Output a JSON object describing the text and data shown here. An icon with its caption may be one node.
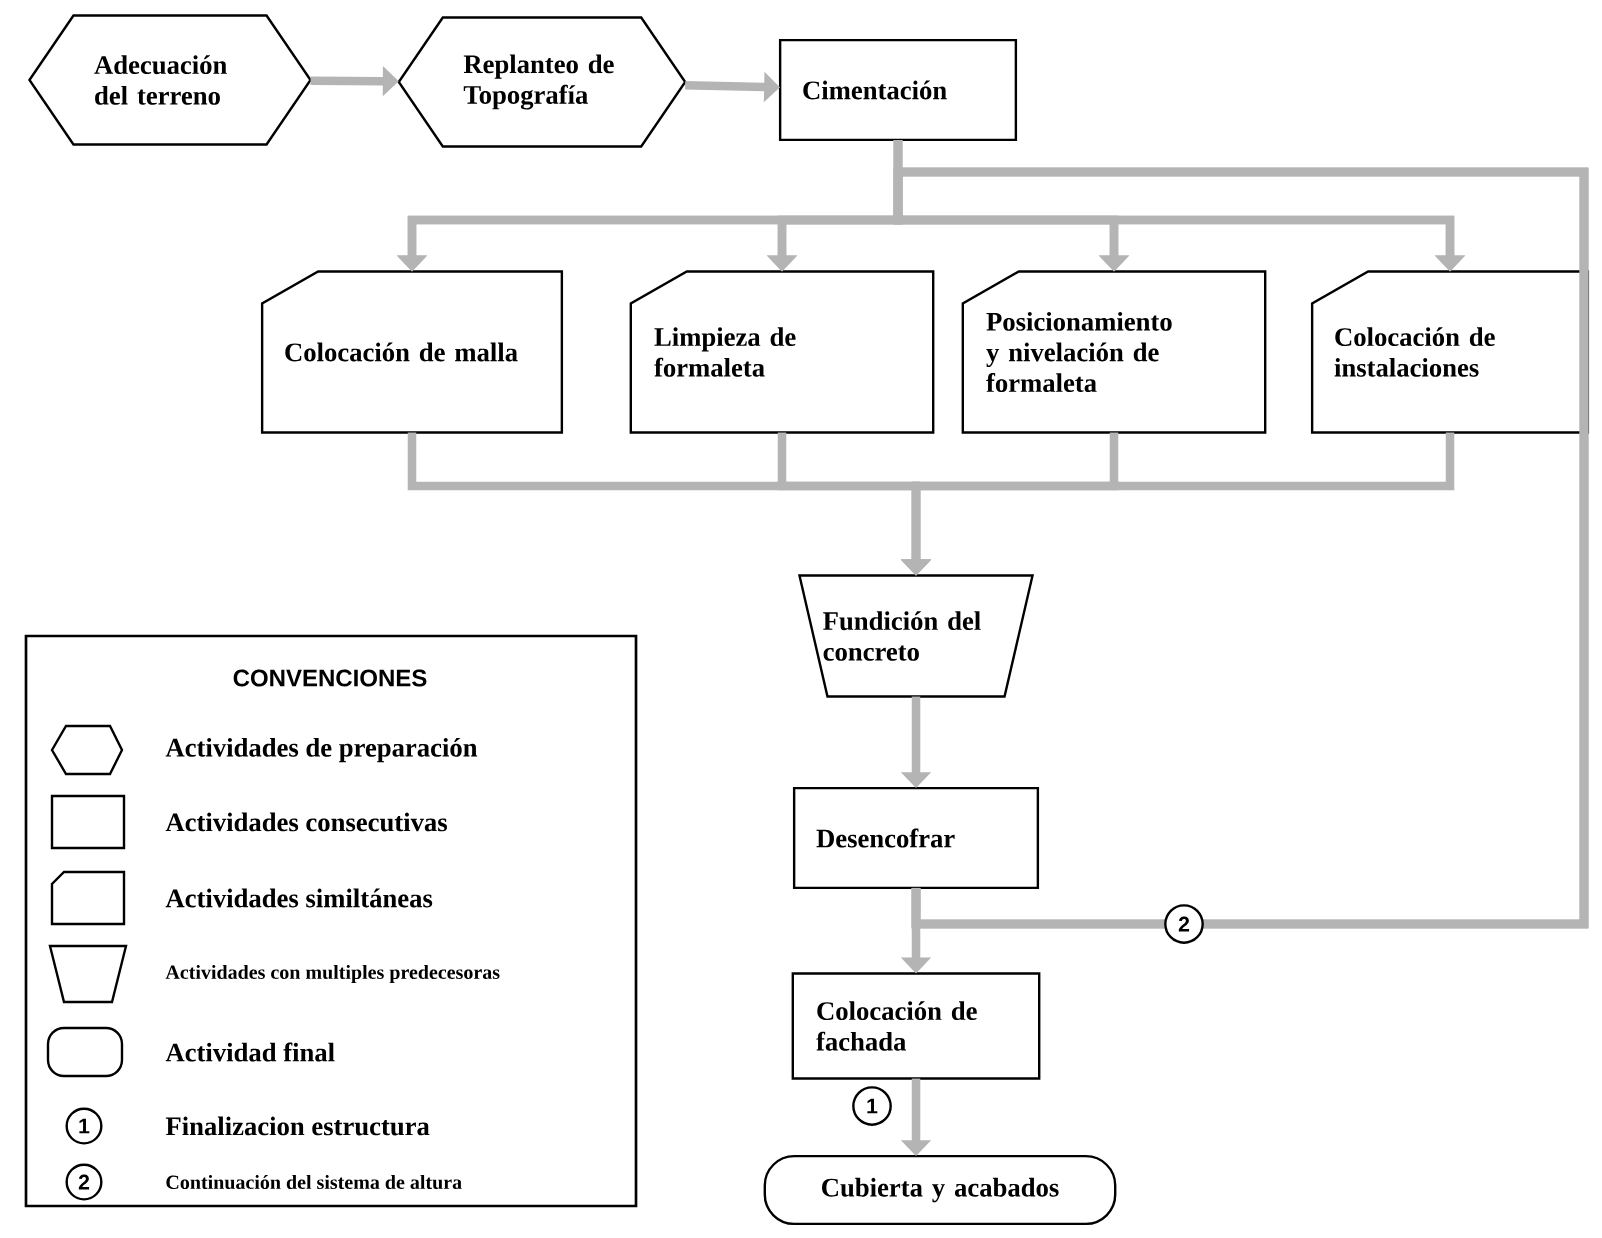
{
  "diagram": {
    "nodes": [
      {
        "text": [
          "Adecuación del terreno"
        ]
      },
      {
        "text": [
          "Replanteo de Topografía"
        ]
      },
      {
        "text": [
          "Cimentación"
        ]
      },
      {
        "text": [
          "Colocación de malla"
        ]
      },
      {
        "text": [
          "Limpieza de formaleta"
        ]
      },
      {
        "text": [
          "Posicionamiento y nivelación de formaleta"
        ]
      },
      {
        "text": [
          "Colocación de instalaciones"
        ]
      },
      {
        "text": [
          "Fundición del concreto"
        ]
      },
      {
        "text": [
          "Desencofrar"
        ]
      },
      {
        "text": [
          "Colocación de fachada"
        ]
      },
      {
        "text": [
          "Cubierta y acabados"
        ]
      }
    ],
    "edges": [
      {
        "from": 0,
        "to": 1,
        "arrow": "to"
      },
      {
        "from": 1,
        "to": 2,
        "arrow": "to"
      },
      {
        "from": 2,
        "to": 3,
        "arrow": "to"
      },
      {
        "from": 2,
        "to": 4,
        "arrow": "to"
      },
      {
        "from": 2,
        "to": 5,
        "arrow": "to"
      },
      {
        "from": 2,
        "to": 6,
        "arrow": "to"
      },
      {
        "from": 3,
        "to": 7,
        "arrow": "to"
      },
      {
        "from": 4,
        "to": 7,
        "arrow": "to"
      },
      {
        "from": 5,
        "to": 7,
        "arrow": "to"
      },
      {
        "from": 6,
        "to": 7,
        "arrow": "to"
      },
      {
        "from": 7,
        "to": 8,
        "arrow": "to"
      },
      {
        "from": 8,
        "to": 9,
        "arrow": "to"
      },
      {
        "from": 9,
        "to": 10,
        "arrow": "to",
        "label": "1"
      },
      {
        "from": 8,
        "to": 3,
        "arrow": "to",
        "label": "2"
      },
      {
        "from": 8,
        "to": 4,
        "arrow": "to"
      },
      {
        "from": 8,
        "to": 5,
        "arrow": "to"
      },
      {
        "from": 8,
        "to": 6,
        "arrow": "to"
      }
    ],
    "labels": [
      "CONVENCIONES",
      "1",
      "2"
    ],
    "legend": [
      {
        "text": "Actividades de preparación"
      },
      {
        "text": "Actividades consecutivas"
      },
      {
        "text": "Actividades similtáneas"
      },
      {
        "text": "Actividades con multiples predecesoras"
      },
      {
        "text": "Actividad final"
      },
      {
        "text": "Finalizacion estructura"
      },
      {
        "text": "Continuación del sistema de altura"
      }
    ]
  }
}
